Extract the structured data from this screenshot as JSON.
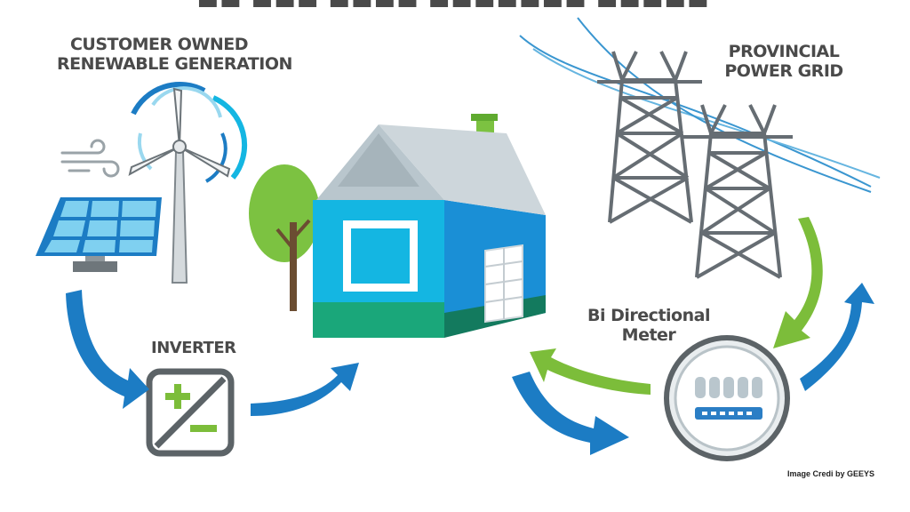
{
  "labels": {
    "customer_line1": "CUSTOMER OWNED",
    "customer_line2": "RENEWABLE GENERATION",
    "grid_line1": "PROVINCIAL",
    "grid_line2": "POWER GRID",
    "inverter": "INVERTER",
    "meter_line1": "Bi Directional",
    "meter_line2": "Meter"
  },
  "credit": "Image Credi by GEEYS",
  "colors": {
    "blue_arrow": "#1c7cc4",
    "green_arrow": "#7cbd3a",
    "house_blue": "#1a8fd6",
    "house_cyan": "#14b6e2",
    "house_green": "#1aa77a",
    "roof_gray": "#b9c6cd",
    "tower_gray": "#666d73",
    "text_gray": "#4a4a4a"
  },
  "icons": [
    "wind-turbine-icon",
    "solar-panel-icon",
    "wind-gust-icon",
    "tree-icon",
    "house-icon",
    "power-tower-icon",
    "inverter-icon",
    "meter-icon"
  ]
}
